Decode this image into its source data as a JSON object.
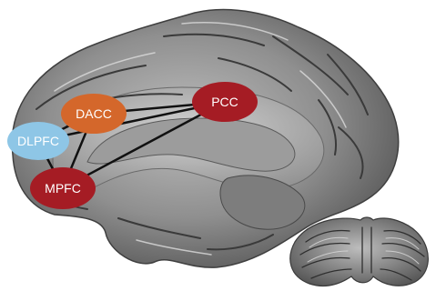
{
  "nodes": [
    {
      "id": "dacc",
      "label": "DACC",
      "color": "#d4672b"
    },
    {
      "id": "pcc",
      "label": "PCC",
      "color": "#a51c24"
    },
    {
      "id": "dlpfc",
      "label": "DLPFC",
      "color": "#8ec6e6"
    },
    {
      "id": "mpfc",
      "label": "MPFC",
      "color": "#a51c24"
    }
  ],
  "connections": [
    [
      "dacc",
      "pcc"
    ],
    [
      "dacc",
      "dlpfc"
    ],
    [
      "dacc",
      "mpfc"
    ],
    [
      "dlpfc",
      "mpfc"
    ],
    [
      "dlpfc",
      "pcc"
    ],
    [
      "mpfc",
      "pcc"
    ]
  ],
  "colors": {
    "cortex_dark": "#4d4d4d",
    "cortex_mid": "#8a8a8a",
    "cortex_light": "#c9c9c9",
    "connection_line": "#111111"
  }
}
